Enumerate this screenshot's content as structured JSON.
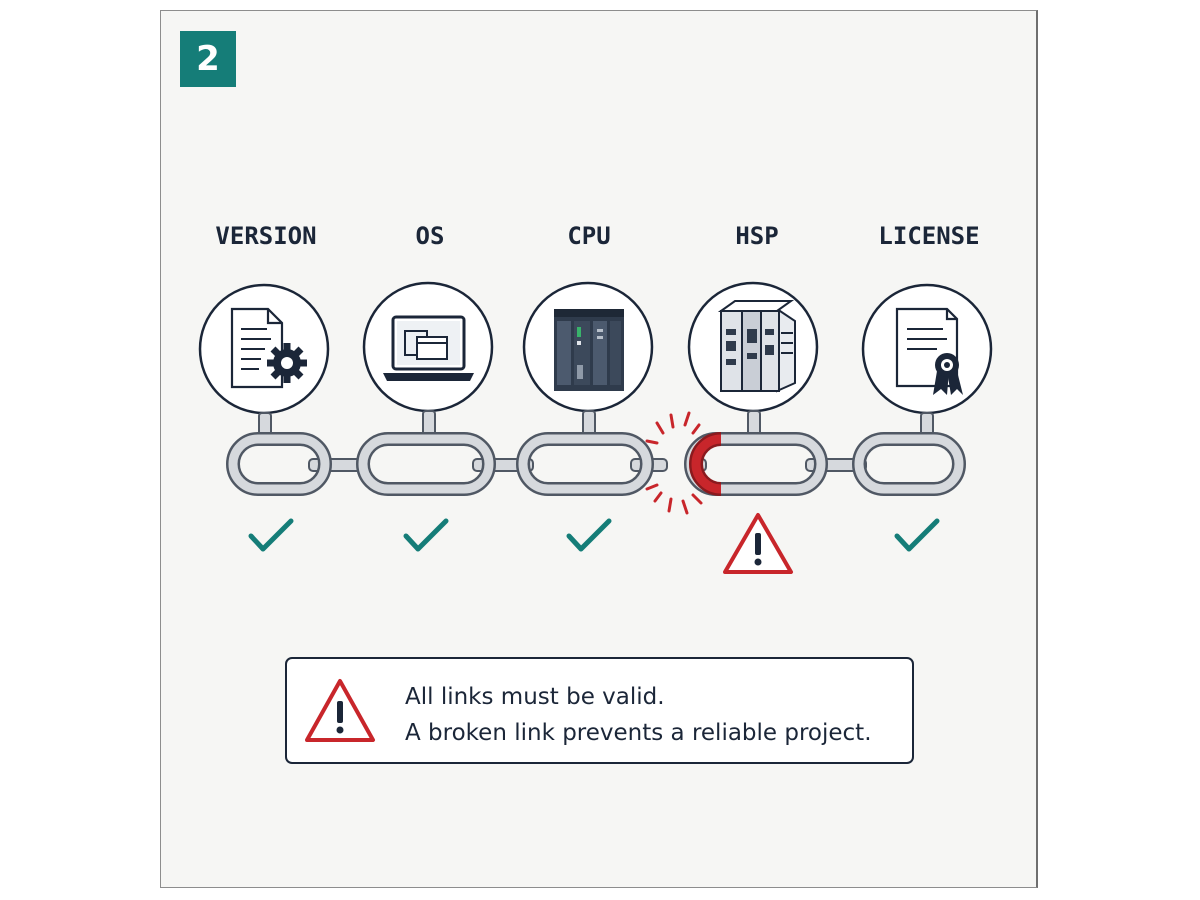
{
  "step": {
    "number": "2"
  },
  "chain": {
    "items": [
      {
        "label": "VERSION",
        "icon": "document-gear-icon",
        "status": "valid"
      },
      {
        "label": "OS",
        "icon": "laptop-window-icon",
        "status": "valid"
      },
      {
        "label": "CPU",
        "icon": "plc-cpu-module-icon",
        "status": "valid"
      },
      {
        "label": "HSP",
        "icon": "hardware-support-package-icon",
        "status": "broken"
      },
      {
        "label": "LICENSE",
        "icon": "certificate-ribbon-icon",
        "status": "valid"
      }
    ],
    "break_between": [
      "CPU",
      "HSP"
    ]
  },
  "note": {
    "line1": "All links must be valid.",
    "line2": "A broken link prevents a reliable project."
  },
  "colors": {
    "accent": "#157d78",
    "valid": "#157d78",
    "error": "#c8262b",
    "ink": "#1b2638",
    "chain_fill": "#d6d9dd",
    "chain_stroke": "#505864",
    "panel_bg": "#f6f6f4"
  }
}
